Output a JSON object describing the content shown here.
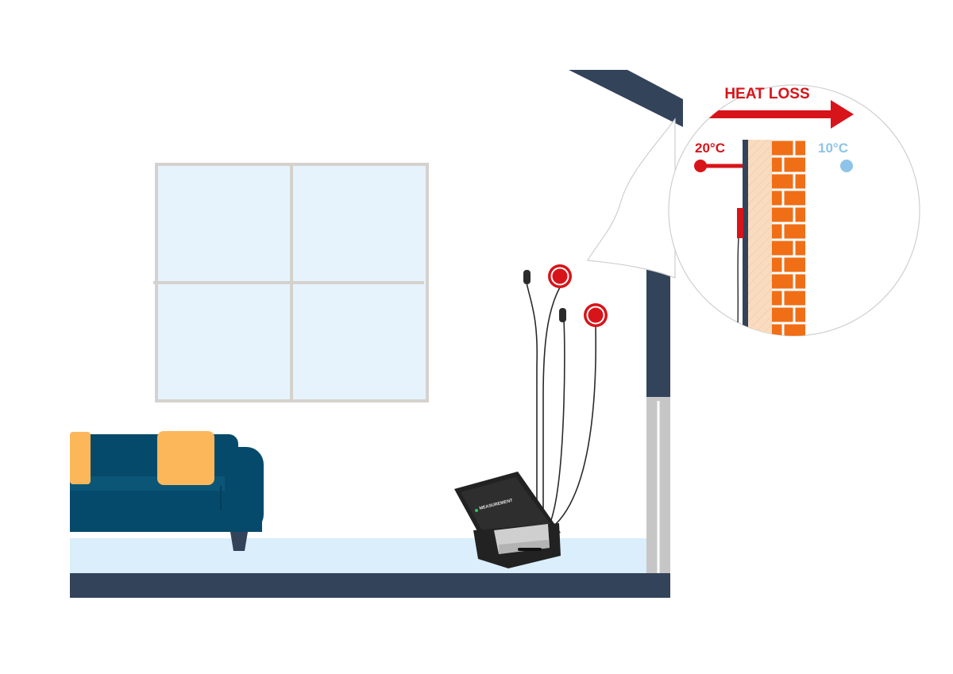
{
  "diagram": {
    "heat_loss_label": "HEAT LOSS",
    "inside_temp": "20°C",
    "outside_temp": "10°C",
    "device_logo_text": "MEASUREMENT"
  },
  "colors": {
    "dark_navy": "#33435a",
    "heat_red": "#d7141a",
    "cold_blue": "#8ec4e8",
    "brick_orange": "#f06e16",
    "mortar": "#ffffff",
    "insulation": "#f9dcc0",
    "floor_light": "#daeefb",
    "window_glass": "#e6f3fc",
    "window_frame": "#d5d2cd",
    "sofa_teal": "#064a6b",
    "cushion_yellow": "#fcb75b",
    "wall_grey": "#c6c6c6",
    "case_black": "#222222"
  },
  "icons": [
    "thermometer-icon",
    "heat-flux-sensor-icon",
    "temperature-probe-icon",
    "arrow-right-icon"
  ]
}
